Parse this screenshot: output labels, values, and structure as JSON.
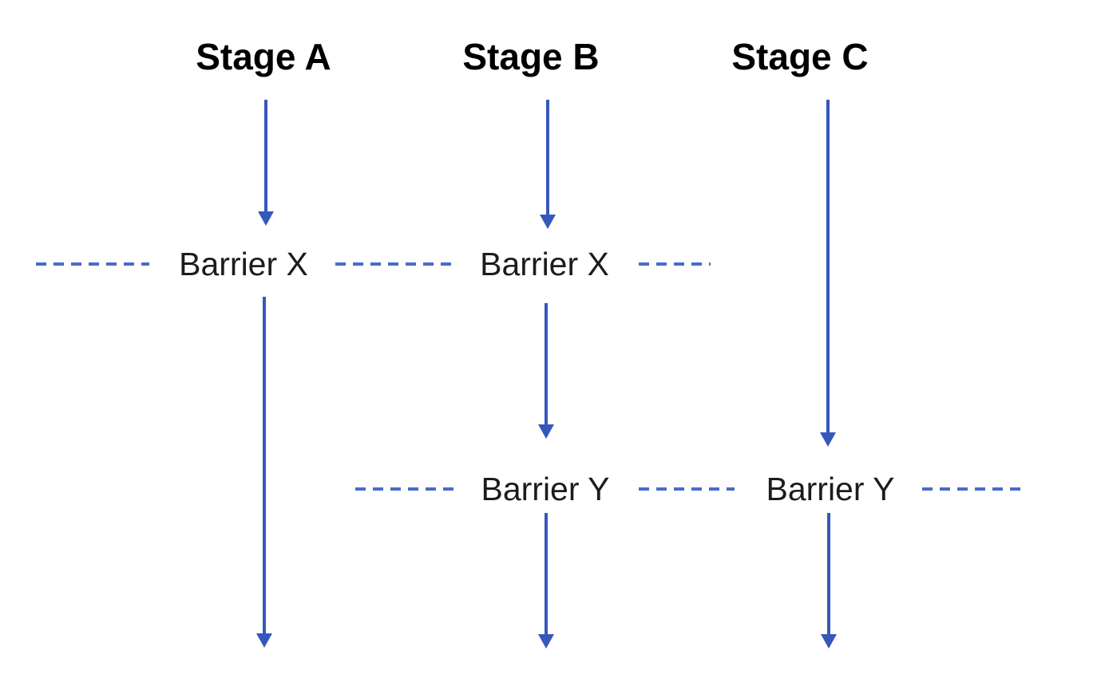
{
  "diagram": {
    "background_color": "#ffffff",
    "colors": {
      "arrow": "#3558bc",
      "dashed_line": "#4a6bc8",
      "stage_title_text": "#000000",
      "barrier_label_text": "#1c1c1c"
    },
    "stages": [
      {
        "label": "Stage A"
      },
      {
        "label": "Stage B"
      },
      {
        "label": "Stage C"
      }
    ],
    "barriers": {
      "x": {
        "label": "Barrier X",
        "crosses_stages": [
          "Stage A",
          "Stage B"
        ]
      },
      "y": {
        "label": "Barrier Y",
        "crosses_stages": [
          "Stage B",
          "Stage C"
        ]
      }
    }
  }
}
